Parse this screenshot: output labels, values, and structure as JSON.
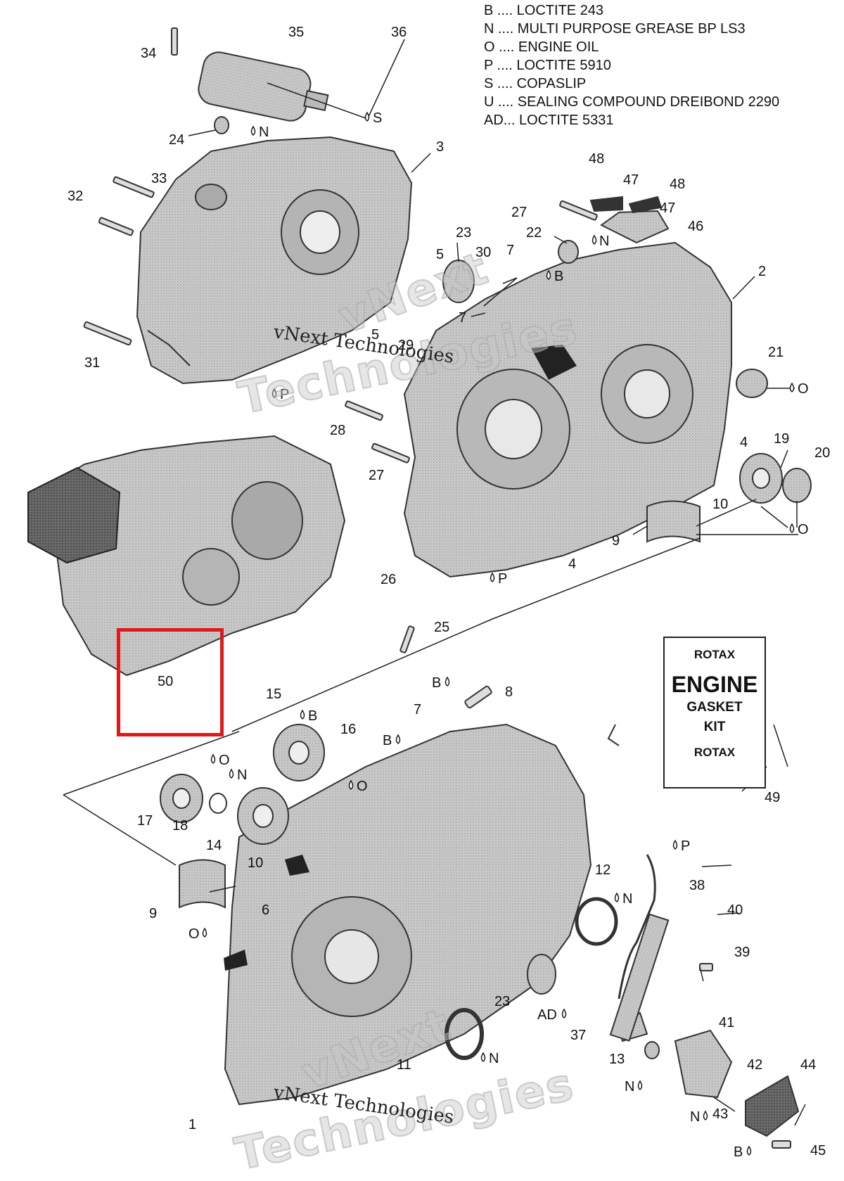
{
  "legend": [
    "B .... LOCTITE 243",
    "N .... MULTI PURPOSE GREASE BP LS3",
    "O .... ENGINE OIL",
    "P .... LOCTITE 5910",
    "S .... COPASLIP",
    "U .... SEALING COMPOUND DREIBOND 2290",
    "AD... LOCTITE 5331"
  ],
  "watermark": {
    "text_line1": "vNext Technologies",
    "ghost_1": "vNext",
    "ghost_2": "Technologies"
  },
  "kit_box": {
    "brand": "ROTAX",
    "title": "ENGINE",
    "line2": "GASKET",
    "line3": "KIT"
  },
  "highlight": {
    "label": "50",
    "color": "#e01a1a"
  },
  "callouts": {
    "n1": "1",
    "n2": "2",
    "n3": "3",
    "n4a": "4",
    "n4b": "4",
    "n5a": "5",
    "n5b": "5",
    "n6": "6",
    "n7a": "7",
    "n7b": "7",
    "n7c": "7",
    "n8": "8",
    "n9a": "9",
    "n9b": "9",
    "n10a": "10",
    "n10b": "10",
    "n11": "11",
    "n12": "12",
    "n13": "13",
    "n14": "14",
    "n15": "15",
    "n16": "16",
    "n17": "17",
    "n18": "18",
    "n19": "19",
    "n20": "20",
    "n21": "21",
    "n22": "22",
    "n23a": "23",
    "n23b": "23",
    "n24": "24",
    "n25": "25",
    "n26": "26",
    "n27a": "27",
    "n27b": "27",
    "n28": "28",
    "n29": "29",
    "n30": "30",
    "n31": "31",
    "n32": "32",
    "n33": "33",
    "n34": "34",
    "n35": "35",
    "n36": "36",
    "n37": "37",
    "n38": "38",
    "n39": "39",
    "n40": "40",
    "n41": "41",
    "n42": "42",
    "n43": "43",
    "n44": "44",
    "n45": "45",
    "n46": "46",
    "n47a": "47",
    "n47b": "47",
    "n48a": "48",
    "n48b": "48",
    "n49": "49"
  },
  "codes": {
    "S": "S",
    "N": "N",
    "O": "O",
    "P": "P",
    "B": "B",
    "AD": "AD"
  },
  "colors": {
    "part_fill": "#c9c9c9",
    "part_dark": "#6b6b6b",
    "line": "#222222",
    "highlight": "#e01a1a"
  }
}
